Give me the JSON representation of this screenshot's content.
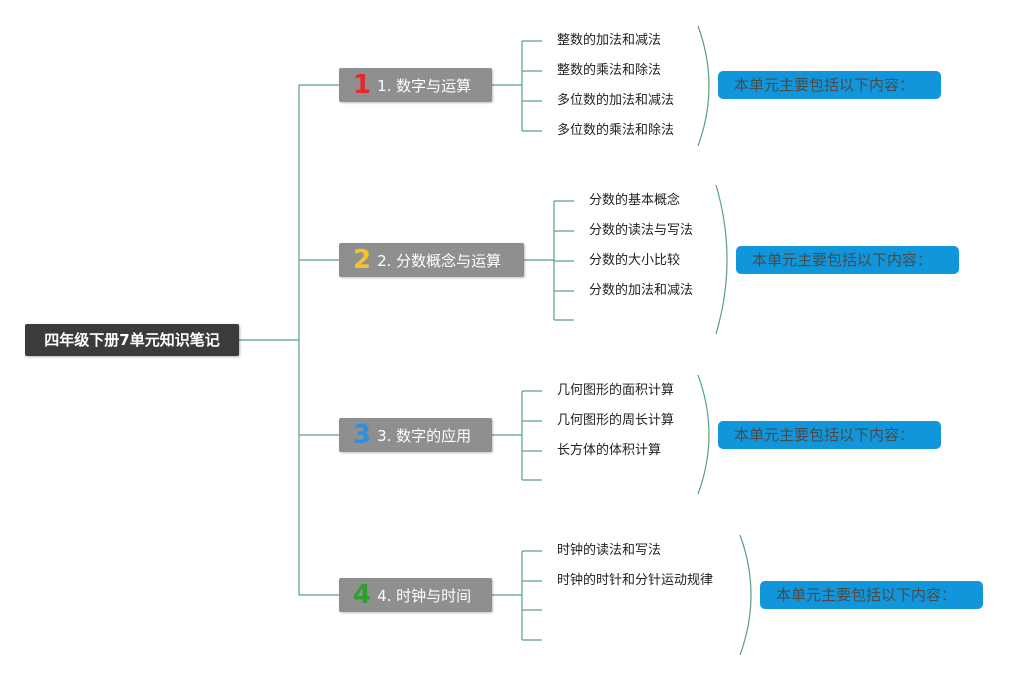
{
  "root": {
    "title": "四年级下册7单元知识笔记"
  },
  "colors": {
    "line": "#5aa183",
    "root_bg": "#3b3b3b",
    "branch_bg": "#8f8f8f",
    "note_bg": "#1296db",
    "num1": "#e02b2b",
    "num2": "#f2c230",
    "num3": "#2f8fdd",
    "num4": "#2e9e2e"
  },
  "branches": [
    {
      "num": "1",
      "label": "1. 数字与运算",
      "leaves": [
        "整数的加法和减法",
        "整数的乘法和除法",
        "多位数的加法和减法",
        "多位数的乘法和除法"
      ],
      "note": "本单元主要包括以下内容："
    },
    {
      "num": "2",
      "label": "2. 分数概念与运算",
      "leaves": [
        "分数的基本概念",
        "分数的读法与写法",
        "分数的大小比较",
        "分数的加法和减法",
        ""
      ],
      "note": "本单元主要包括以下内容："
    },
    {
      "num": "3",
      "label": "3. 数字的应用",
      "leaves": [
        "几何图形的面积计算",
        "几何图形的周长计算",
        "长方体的体积计算",
        ""
      ],
      "note": "本单元主要包括以下内容："
    },
    {
      "num": "4",
      "label": "4. 时钟与时间",
      "leaves": [
        "时钟的读法和写法",
        "时钟的时针和分针运动规律",
        "",
        ""
      ],
      "note": "本单元主要包括以下内容："
    }
  ]
}
